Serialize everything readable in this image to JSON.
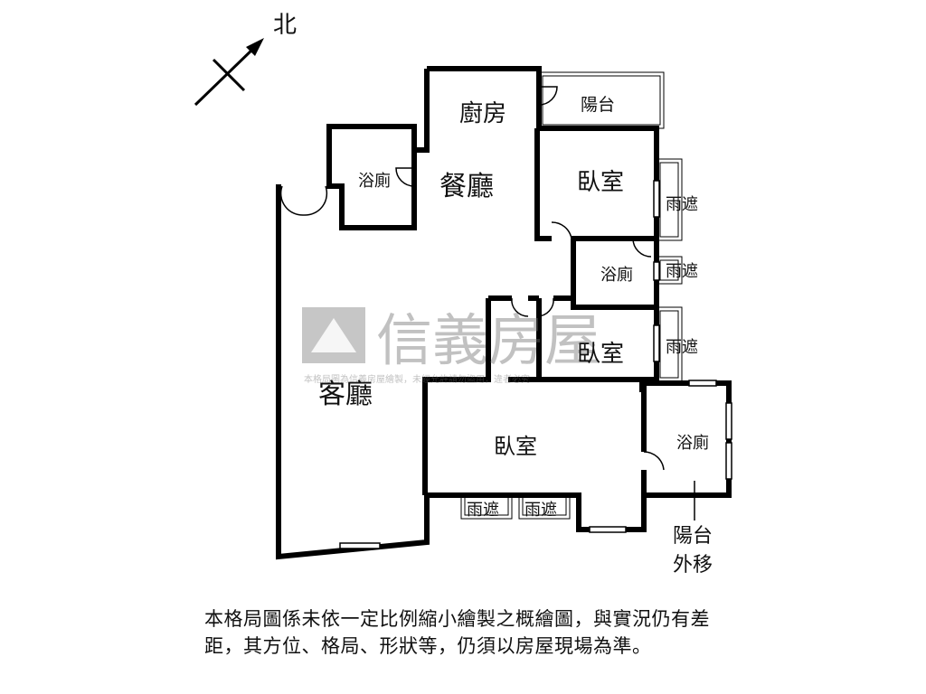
{
  "compass": {
    "label": "北"
  },
  "rooms": {
    "kitchen": "廚房",
    "dining": "餐廳",
    "living": "客廳",
    "bath_west": "浴廁",
    "bath_middle": "浴廁",
    "bath_east": "浴廁",
    "bedroom_north": "臥室",
    "bedroom_middle": "臥室",
    "bedroom_south": "臥室",
    "balcony": "陽台",
    "canopy_1": "雨遮",
    "canopy_2": "雨遮",
    "canopy_3": "雨遮",
    "canopy_4": "雨遮",
    "canopy_5": "雨遮",
    "balcony_moved_1": "陽台",
    "balcony_moved_2": "外移"
  },
  "watermark": {
    "brand": "信義房屋",
    "notice": "本格局圖為信義房屋繪製，未經允許請勿盜用，違者必究"
  },
  "disclaimer": "本格局圖係未依一定比例縮小繪製之概繪圖，與實況仍有差距，其方位、格局、形狀等，仍須以房屋現場為準。"
}
